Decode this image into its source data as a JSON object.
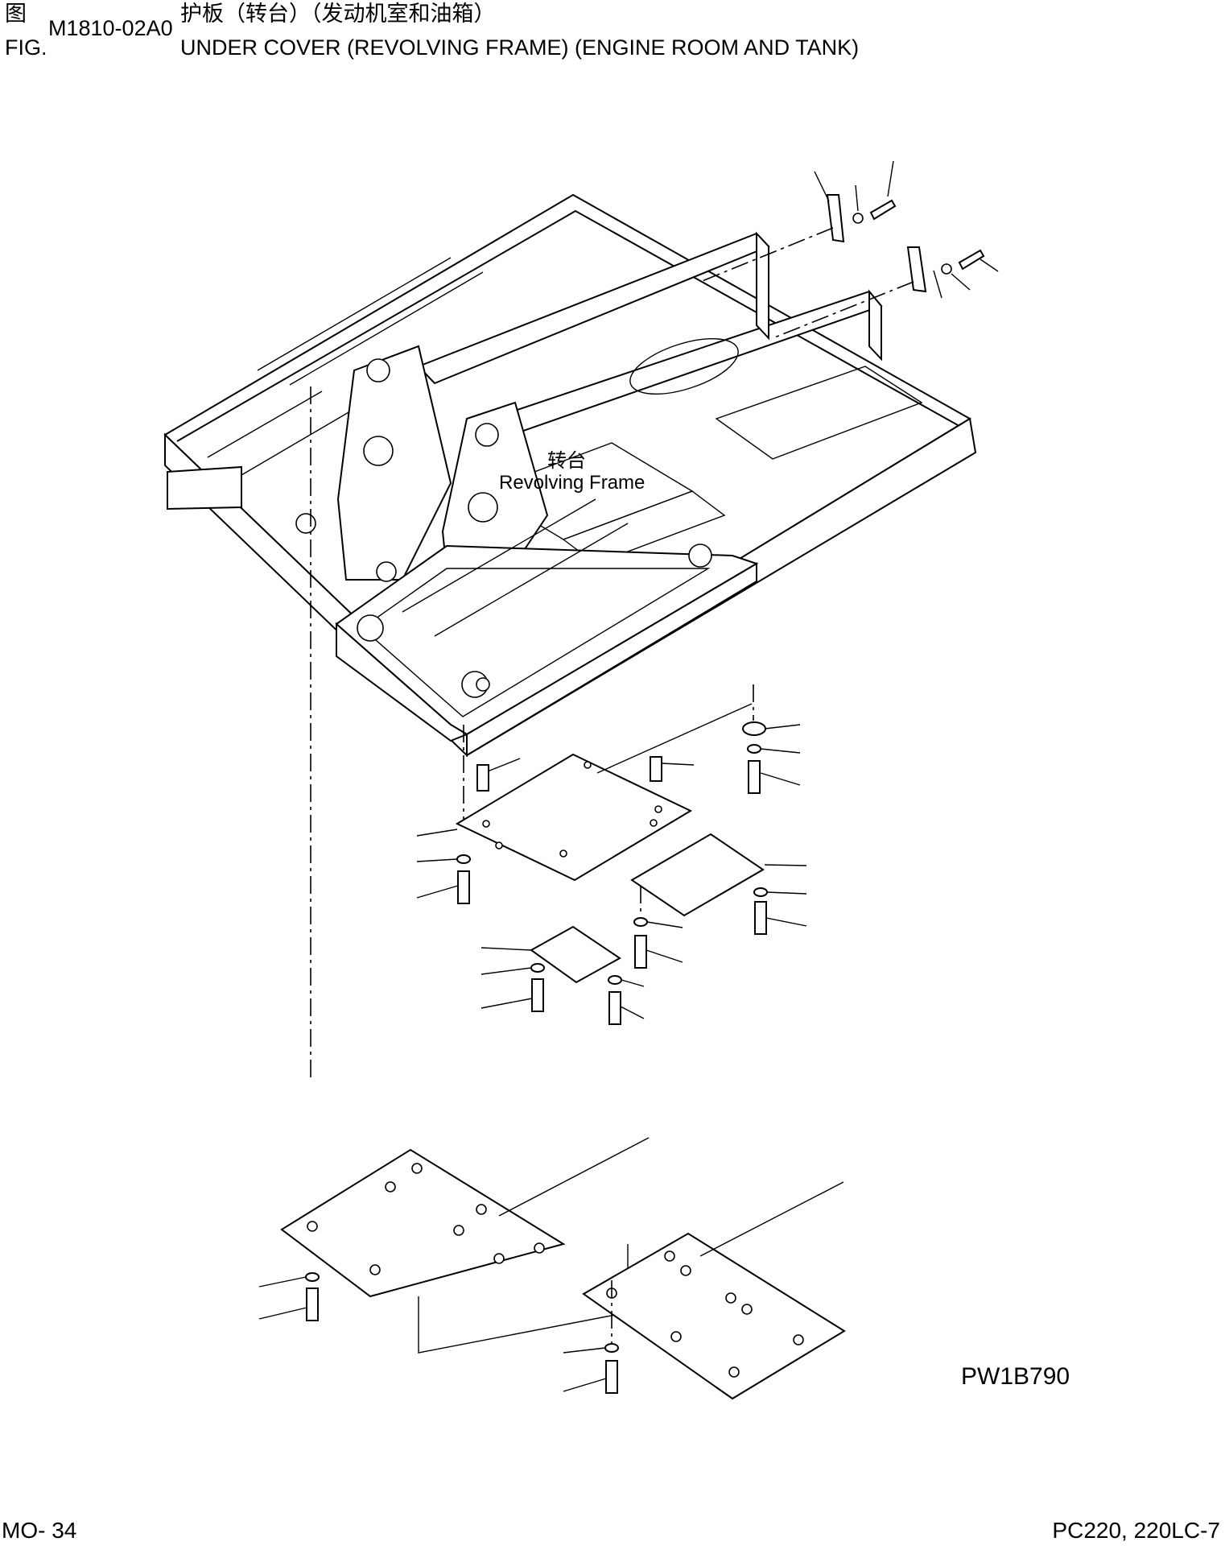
{
  "header": {
    "fig_label_cn": "图",
    "fig_label_en": "FIG.",
    "fig_code": "M1810-02A0",
    "title_cn": "护板（转台）（发动机室和油箱）",
    "title_en": "UNDER COVER (REVOLVING FRAME) (ENGINE ROOM AND TANK)"
  },
  "labels": {
    "frame_cn": "转台",
    "frame_en": "Revolving Frame"
  },
  "drawing_ref": "PW1B790",
  "footer": {
    "page": "MO- 34",
    "model": "PC220, 220LC-7"
  }
}
